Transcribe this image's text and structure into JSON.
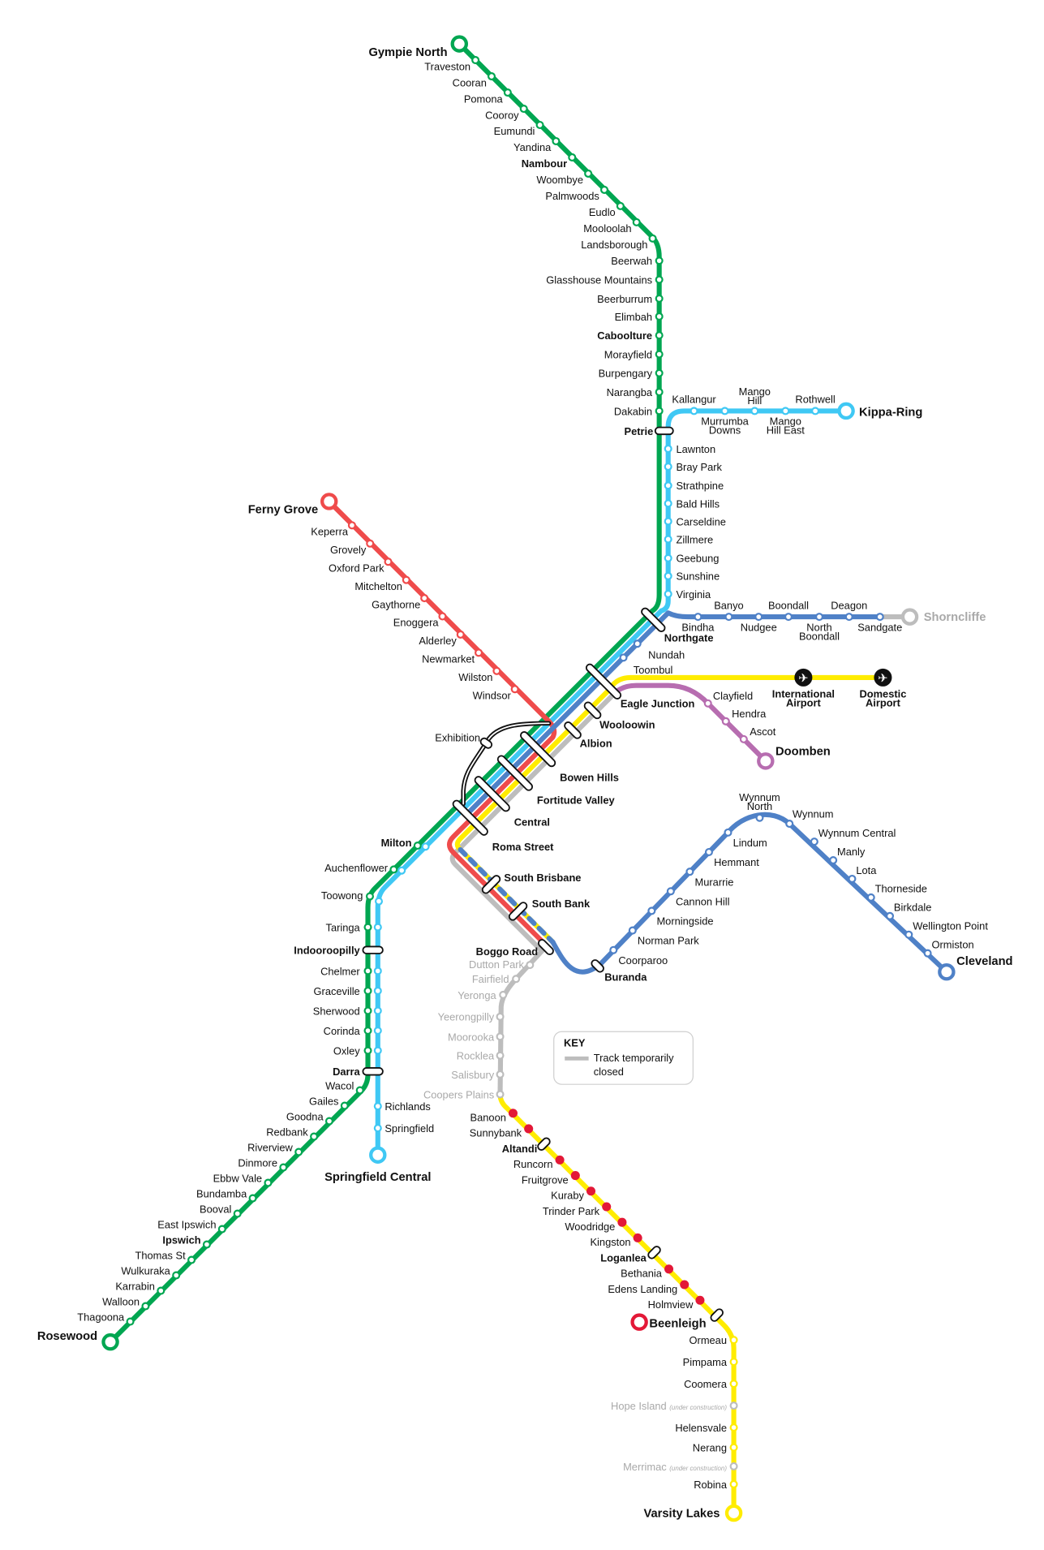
{
  "colors": {
    "green": "#00a651",
    "lightblue": "#3fc8f4",
    "blue": "#4f81c7",
    "red": "#ef4b4b",
    "purple": "#b76db0",
    "yellow": "#ffec00",
    "grey": "#bdbdbd",
    "beenleigh": "#e31837",
    "black": "#111111"
  },
  "lines": {
    "sunshine_coast": [
      {
        "name": "Gympie North",
        "bold": true
      },
      {
        "name": "Traveston"
      },
      {
        "name": "Cooran"
      },
      {
        "name": "Pomona"
      },
      {
        "name": "Cooroy"
      },
      {
        "name": "Eumundi"
      },
      {
        "name": "Yandina"
      },
      {
        "name": "Nambour",
        "bold": true
      },
      {
        "name": "Woombye"
      },
      {
        "name": "Palmwoods"
      },
      {
        "name": "Eudlo"
      },
      {
        "name": "Mooloolah"
      },
      {
        "name": "Landsborough"
      },
      {
        "name": "Beerwah"
      },
      {
        "name": "Glasshouse Mountains"
      },
      {
        "name": "Beerburrum"
      },
      {
        "name": "Elimbah"
      },
      {
        "name": "Caboolture",
        "bold": true
      },
      {
        "name": "Morayfield"
      },
      {
        "name": "Burpengary"
      },
      {
        "name": "Narangba"
      },
      {
        "name": "Dakabin"
      },
      {
        "name": "Petrie",
        "bold": true
      }
    ],
    "redcliffe": [
      {
        "name": "Kallangur"
      },
      {
        "name": "Murrumba Downs",
        "wrap": true
      },
      {
        "name": "Mango Hill",
        "wrap": true
      },
      {
        "name": "Mango Hill East",
        "wrap": true
      },
      {
        "name": "Rothwell"
      },
      {
        "name": "Kippa-Ring",
        "bold": true
      }
    ],
    "north": [
      {
        "name": "Lawnton"
      },
      {
        "name": "Bray Park"
      },
      {
        "name": "Strathpine"
      },
      {
        "name": "Bald Hills"
      },
      {
        "name": "Carseldine"
      },
      {
        "name": "Zillmere"
      },
      {
        "name": "Geebung"
      },
      {
        "name": "Sunshine"
      },
      {
        "name": "Virginia"
      }
    ],
    "shorncliffe": [
      {
        "name": "Bindha"
      },
      {
        "name": "Banyo"
      },
      {
        "name": "Nudgee"
      },
      {
        "name": "Boondall"
      },
      {
        "name": "North Boondall",
        "wrap": true
      },
      {
        "name": "Deagon"
      },
      {
        "name": "Sandgate"
      },
      {
        "name": "Shorncliffe",
        "bold": true,
        "grey": true
      }
    ],
    "inner": [
      {
        "name": "Northgate",
        "bold": true
      },
      {
        "name": "Nundah"
      },
      {
        "name": "Toombul"
      },
      {
        "name": "Eagle Junction",
        "bold": true
      },
      {
        "name": "Wooloowin",
        "bold": true
      },
      {
        "name": "Albion",
        "bold": true
      },
      {
        "name": "Bowen Hills",
        "bold": true
      },
      {
        "name": "Fortitude Valley",
        "bold": true
      },
      {
        "name": "Central",
        "bold": true
      },
      {
        "name": "Roma Street",
        "bold": true
      },
      {
        "name": "South Brisbane",
        "bold": true
      },
      {
        "name": "South Bank",
        "bold": true
      },
      {
        "name": "Boggo Road",
        "bold": true
      },
      {
        "name": "Buranda",
        "bold": true
      },
      {
        "name": "Exhibition"
      }
    ],
    "airport": [
      {
        "name": "International Airport",
        "bold": true,
        "wrap": true,
        "icon": "airplane-icon"
      },
      {
        "name": "Domestic Airport",
        "bold": true,
        "wrap": true,
        "icon": "airplane-icon"
      }
    ],
    "doomben": [
      {
        "name": "Clayfield"
      },
      {
        "name": "Hendra"
      },
      {
        "name": "Ascot"
      },
      {
        "name": "Doomben",
        "bold": true
      }
    ],
    "ferny_grove": [
      {
        "name": "Ferny Grove",
        "bold": true
      },
      {
        "name": "Keperra"
      },
      {
        "name": "Grovely"
      },
      {
        "name": "Oxford Park"
      },
      {
        "name": "Mitchelton"
      },
      {
        "name": "Gaythorne"
      },
      {
        "name": "Enoggera"
      },
      {
        "name": "Alderley"
      },
      {
        "name": "Newmarket"
      },
      {
        "name": "Wilston"
      },
      {
        "name": "Windsor"
      }
    ],
    "ipswich": [
      {
        "name": "Milton",
        "bold": true
      },
      {
        "name": "Auchenflower"
      },
      {
        "name": "Toowong"
      },
      {
        "name": "Taringa"
      },
      {
        "name": "Indooroopilly",
        "bold": true
      },
      {
        "name": "Chelmer"
      },
      {
        "name": "Graceville"
      },
      {
        "name": "Sherwood"
      },
      {
        "name": "Corinda"
      },
      {
        "name": "Oxley"
      },
      {
        "name": "Darra",
        "bold": true
      },
      {
        "name": "Wacol"
      },
      {
        "name": "Gailes"
      },
      {
        "name": "Goodna"
      },
      {
        "name": "Redbank"
      },
      {
        "name": "Riverview"
      },
      {
        "name": "Dinmore"
      },
      {
        "name": "Ebbw Vale"
      },
      {
        "name": "Bundamba"
      },
      {
        "name": "Booval"
      },
      {
        "name": "East Ipswich"
      },
      {
        "name": "Ipswich",
        "bold": true
      },
      {
        "name": "Thomas St"
      },
      {
        "name": "Wulkuraka"
      },
      {
        "name": "Karrabin"
      },
      {
        "name": "Walloon"
      },
      {
        "name": "Thagoona"
      },
      {
        "name": "Rosewood",
        "bold": true
      }
    ],
    "springfield": [
      {
        "name": "Richlands"
      },
      {
        "name": "Springfield"
      },
      {
        "name": "Springfield Central",
        "bold": true
      }
    ],
    "cleveland": [
      {
        "name": "Coorparoo"
      },
      {
        "name": "Norman Park"
      },
      {
        "name": "Morningside"
      },
      {
        "name": "Cannon Hill"
      },
      {
        "name": "Murarrie"
      },
      {
        "name": "Hemmant"
      },
      {
        "name": "Lindum"
      },
      {
        "name": "Wynnum North",
        "wrap": true
      },
      {
        "name": "Wynnum"
      },
      {
        "name": "Wynnum Central"
      },
      {
        "name": "Manly"
      },
      {
        "name": "Lota"
      },
      {
        "name": "Thorneside"
      },
      {
        "name": "Birkdale"
      },
      {
        "name": "Wellington Point"
      },
      {
        "name": "Ormiston"
      },
      {
        "name": "Cleveland",
        "bold": true
      }
    ],
    "beenleigh": [
      {
        "name": "Dutton Park",
        "grey": true
      },
      {
        "name": "Fairfield",
        "grey": true
      },
      {
        "name": "Yeronga",
        "grey": true
      },
      {
        "name": "Yeerongpilly",
        "grey": true
      },
      {
        "name": "Moorooka",
        "grey": true
      },
      {
        "name": "Rocklea",
        "grey": true
      },
      {
        "name": "Salisbury",
        "grey": true
      },
      {
        "name": "Coopers Plains",
        "grey": true
      },
      {
        "name": "Banoon"
      },
      {
        "name": "Sunnybank"
      },
      {
        "name": "Altandi",
        "bold": true
      },
      {
        "name": "Runcorn"
      },
      {
        "name": "Fruitgrove"
      },
      {
        "name": "Kuraby"
      },
      {
        "name": "Trinder Park"
      },
      {
        "name": "Woodridge"
      },
      {
        "name": "Kingston"
      },
      {
        "name": "Loganlea",
        "bold": true
      },
      {
        "name": "Bethania"
      },
      {
        "name": "Edens Landing"
      },
      {
        "name": "Holmview"
      },
      {
        "name": "Beenleigh",
        "bold": true
      }
    ],
    "gold_coast": [
      {
        "name": "Ormeau"
      },
      {
        "name": "Pimpama"
      },
      {
        "name": "Coomera"
      },
      {
        "name": "Hope Island",
        "grey": true,
        "note": "(under construction)"
      },
      {
        "name": "Helensvale"
      },
      {
        "name": "Nerang"
      },
      {
        "name": "Merrimac",
        "grey": true,
        "note": "(under construction)"
      },
      {
        "name": "Robina"
      },
      {
        "name": "Varsity Lakes",
        "bold": true
      }
    ]
  },
  "key": {
    "title": "KEY",
    "label_line1": "Track temporarily",
    "label_line2": "closed"
  }
}
